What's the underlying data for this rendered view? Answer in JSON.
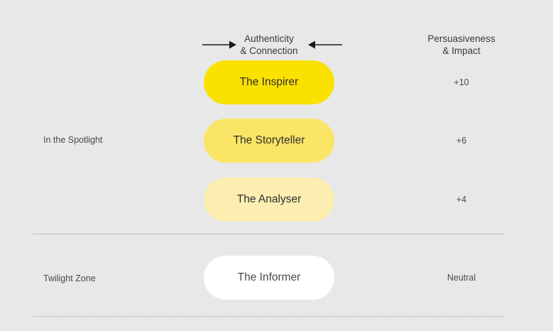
{
  "theme": {
    "background": "#e8e8e8",
    "text_primary": "#2e2e2e",
    "text_secondary": "#4a4a4a",
    "divider": "#9a9a9a"
  },
  "header": {
    "center": {
      "line1": "Authenticity",
      "line2": "& Connection"
    },
    "right": {
      "line1": "Persuasiveness",
      "line2": "& Impact"
    },
    "arrow_left_icon": "arrow-right-glyph",
    "arrow_right_icon": "arrow-left-glyph"
  },
  "groups": [
    {
      "label": "In the Spotlight"
    },
    {
      "label": "Twilight Zone"
    }
  ],
  "rows": [
    {
      "name": "The Inspirer",
      "score": "+10",
      "color": "#fbe100",
      "group": "In the Spotlight"
    },
    {
      "name": "The Storyteller",
      "score": "+6",
      "color": "#fbe566",
      "group": "In the Spotlight"
    },
    {
      "name": "The Analyser",
      "score": "+4",
      "color": "#fbeeb0",
      "group": "In the Spotlight"
    },
    {
      "name": "The Informer",
      "score": "Neutral",
      "color": "#ffffff",
      "group": "Twilight Zone"
    }
  ]
}
